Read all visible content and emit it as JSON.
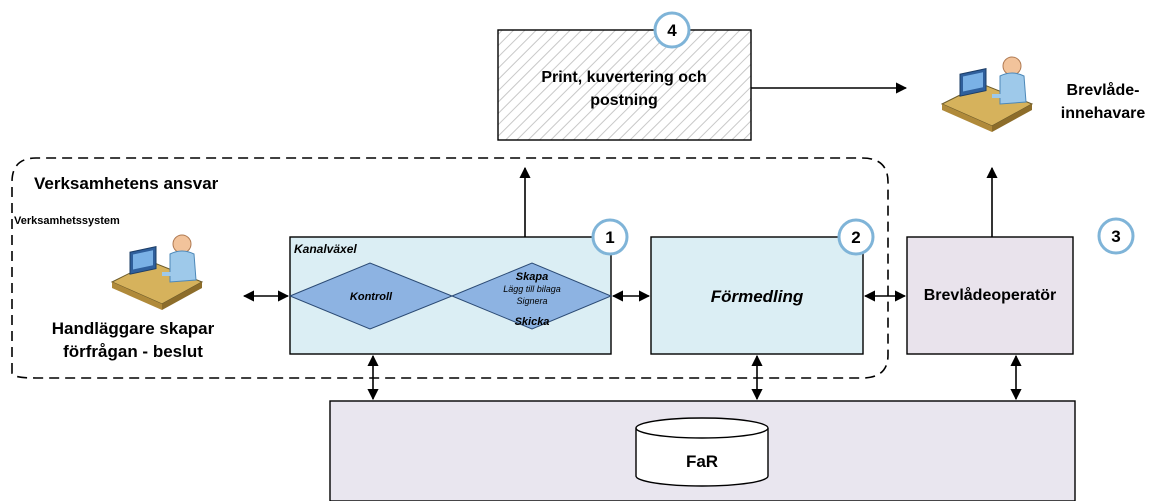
{
  "responsibility_area": {
    "title": "Verksamhetens ansvar",
    "system_label": "Verksamhetssystem"
  },
  "case_handler": {
    "line1": "Handläggare skapar",
    "line2": "förfrågan - beslut"
  },
  "kanalvaxel": {
    "title": "Kanalväxel",
    "number": "1",
    "control_label": "Kontroll",
    "actions": [
      "Skapa",
      "Lägg till bilaga",
      "Signera",
      "Skicka"
    ]
  },
  "formedling": {
    "label": "Förmedling",
    "number": "2"
  },
  "brevladeoperator": {
    "label": "Brevlådeoperatör",
    "number": "3"
  },
  "print": {
    "line1": "Print, kuvertering och",
    "line2": "postning",
    "number": "4"
  },
  "mailbox_owner": {
    "line1": "Brevlåde-",
    "line2": "innehavare"
  },
  "far": {
    "label": "FaR"
  },
  "colors": {
    "kanalvaxel_fill": "#dbeef4",
    "diamond_fill": "#8db3e2",
    "operator_fill": "#e9e3ec",
    "far_fill": "#e9e6ef",
    "badge_stroke": "#7fb4d8"
  }
}
